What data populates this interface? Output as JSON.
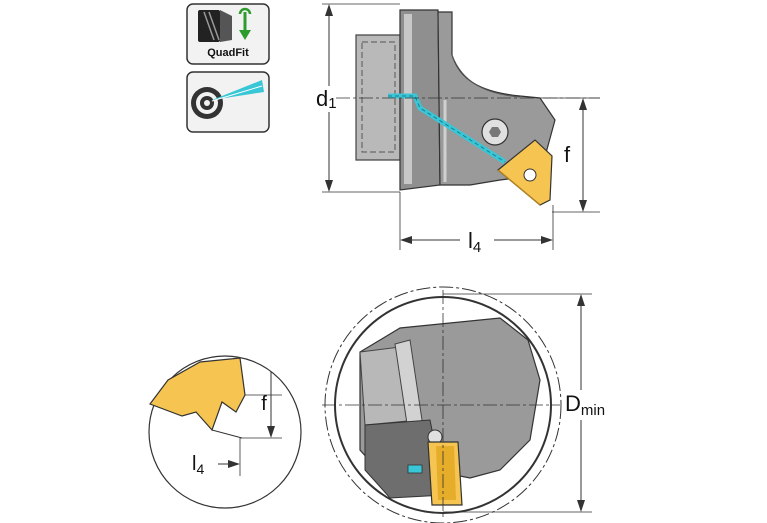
{
  "badges": {
    "quadfit_label": "QuadFit",
    "quadfit_icon": "quadfit-coupling-icon",
    "coolant_icon": "coolant-spray-icon"
  },
  "dimensions": {
    "d1": {
      "main": "d",
      "sub": "1"
    },
    "f_top": "f",
    "l4_top": {
      "main": "l",
      "sub": "4"
    },
    "dmin": {
      "main": "D",
      "sub": "min"
    },
    "f_detail": "f",
    "l4_detail": {
      "main": "l",
      "sub": "4"
    }
  },
  "colors": {
    "body_gray": "#9a9a9a",
    "body_dark": "#6e6e6e",
    "body_light": "#cfcfcf",
    "insert_yellow": "#f5c451",
    "insert_gold": "#e6ad2a",
    "coolant_cyan": "#39c6d6",
    "badge_bg": "#f2f2f2"
  }
}
